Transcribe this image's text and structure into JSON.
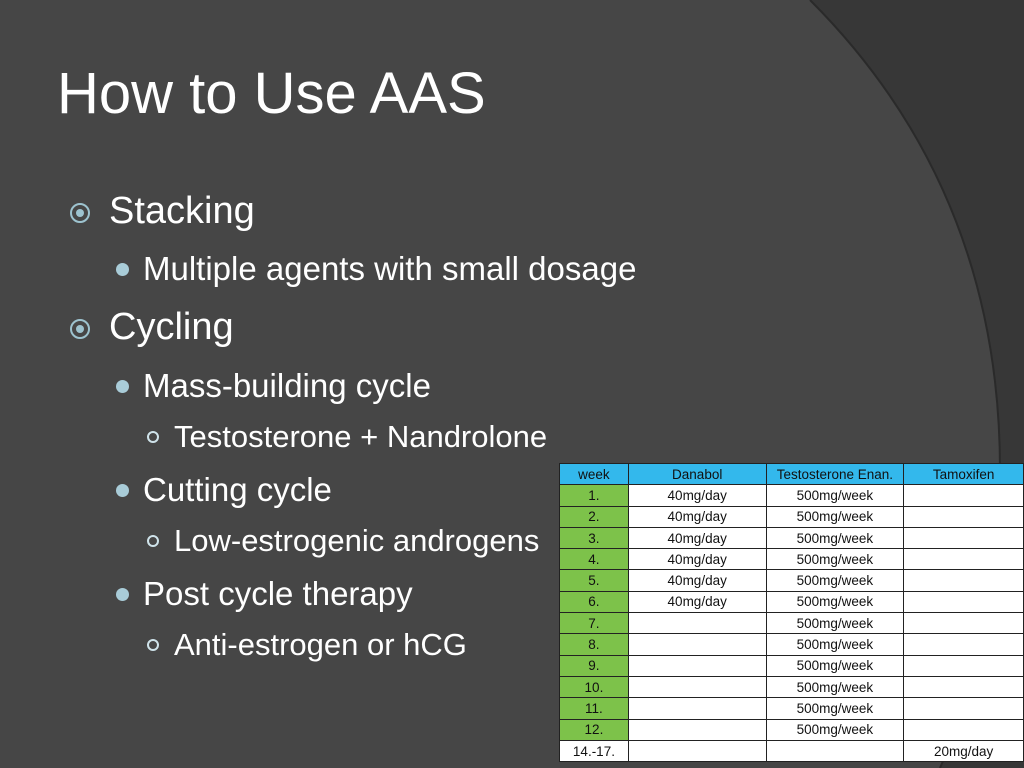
{
  "slide": {
    "title": "How to Use AAS",
    "bullets": [
      {
        "label": "Stacking",
        "subs": [
          {
            "label": "Multiple agents with small dosage",
            "subs": []
          }
        ]
      },
      {
        "label": "Cycling",
        "subs": [
          {
            "label": "Mass-building cycle",
            "subs": [
              "Testosterone + Nandrolone"
            ]
          },
          {
            "label": "Cutting cycle",
            "subs": [
              "Low-estrogenic androgens"
            ]
          },
          {
            "label": "Post cycle therapy",
            "subs": [
              "Anti-estrogen or  hCG"
            ]
          }
        ]
      }
    ]
  },
  "table": {
    "headers": [
      "week",
      "Danabol",
      "Testosterone Enan.",
      "Tamoxifen"
    ],
    "rows": [
      [
        "1.",
        "40mg/day",
        "500mg/week",
        ""
      ],
      [
        "2.",
        "40mg/day",
        "500mg/week",
        ""
      ],
      [
        "3.",
        "40mg/day",
        "500mg/week",
        ""
      ],
      [
        "4.",
        "40mg/day",
        "500mg/week",
        ""
      ],
      [
        "5.",
        "40mg/day",
        "500mg/week",
        ""
      ],
      [
        "6.",
        "40mg/day",
        "500mg/week",
        ""
      ],
      [
        "7.",
        "",
        "500mg/week",
        ""
      ],
      [
        "8.",
        "",
        "500mg/week",
        ""
      ],
      [
        "9.",
        "",
        "500mg/week",
        ""
      ],
      [
        "10.",
        "",
        "500mg/week",
        ""
      ],
      [
        "11.",
        "",
        "500mg/week",
        ""
      ],
      [
        "12.",
        "",
        "500mg/week",
        ""
      ],
      [
        "14.-17.",
        "",
        "",
        "20mg/day"
      ]
    ]
  },
  "colors": {
    "background": "#373737",
    "background_shape": "#464646",
    "bullet_accent": "#9dc3cf",
    "header_fill": "#33b8ec",
    "week_fill": "#7dc24a"
  }
}
